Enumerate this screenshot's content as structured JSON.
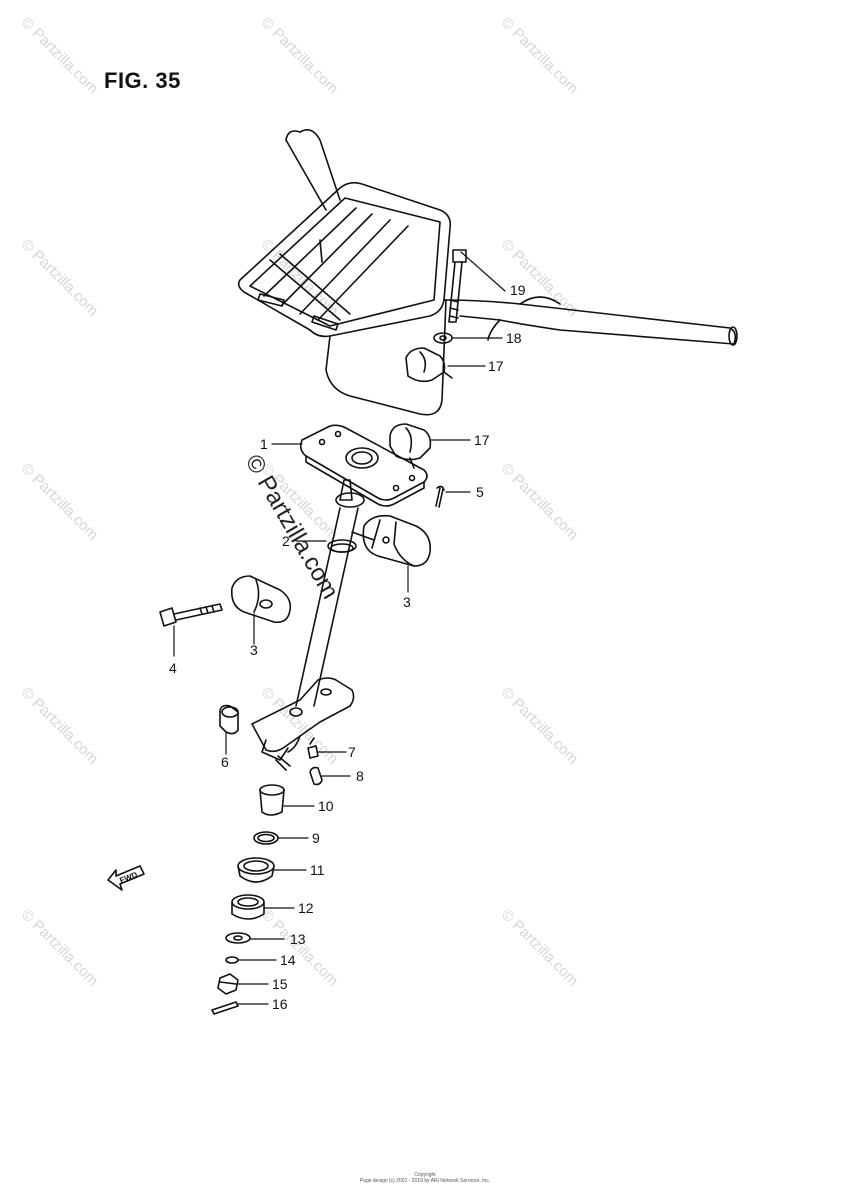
{
  "figure": {
    "title": "FIG. 35"
  },
  "watermark": {
    "text": "© Partzilla.com",
    "center_text": "© Partzilla.com"
  },
  "fwd_label": "FWD",
  "callouts": [
    {
      "id": "c1",
      "label": "1"
    },
    {
      "id": "c2",
      "label": "2"
    },
    {
      "id": "c3a",
      "label": "3"
    },
    {
      "id": "c3b",
      "label": "3"
    },
    {
      "id": "c4",
      "label": "4"
    },
    {
      "id": "c5",
      "label": "5"
    },
    {
      "id": "c6",
      "label": "6"
    },
    {
      "id": "c7",
      "label": "7"
    },
    {
      "id": "c8",
      "label": "8"
    },
    {
      "id": "c9",
      "label": "9"
    },
    {
      "id": "c10",
      "label": "10"
    },
    {
      "id": "c11",
      "label": "11"
    },
    {
      "id": "c12",
      "label": "12"
    },
    {
      "id": "c13",
      "label": "13"
    },
    {
      "id": "c14",
      "label": "14"
    },
    {
      "id": "c15",
      "label": "15"
    },
    {
      "id": "c16",
      "label": "16"
    },
    {
      "id": "c17a",
      "label": "17"
    },
    {
      "id": "c17b",
      "label": "17"
    },
    {
      "id": "c18",
      "label": "18"
    },
    {
      "id": "c19",
      "label": "19"
    }
  ],
  "footer": {
    "line1": "Copyright",
    "line2": "Page design (c) 2001 - 2019 by ARI Network Services, Inc."
  }
}
